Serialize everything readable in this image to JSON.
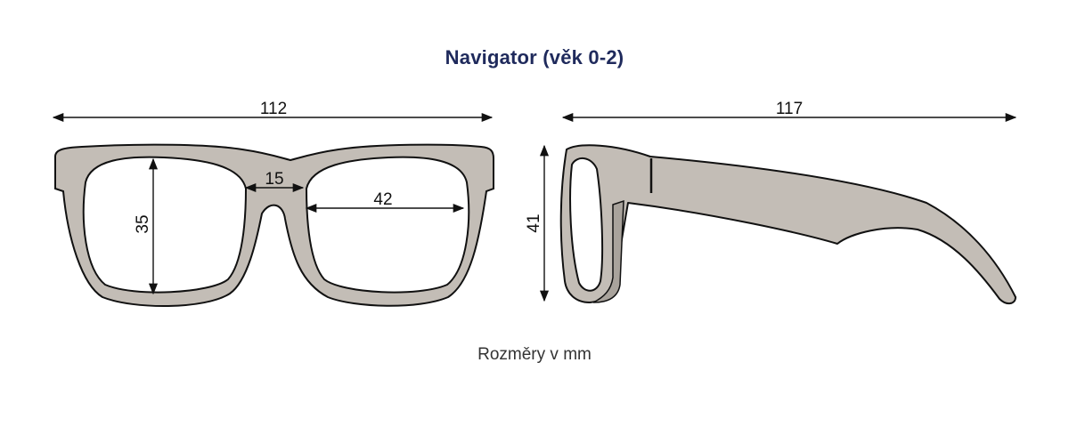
{
  "title": "Navigator (věk 0-2)",
  "units_note": "Rozměry v mm",
  "dimensions": {
    "total_width": "112",
    "bridge_width": "15",
    "lens_width": "42",
    "lens_height": "35",
    "temple_length": "117",
    "frame_height": "41"
  },
  "colors": {
    "title": "#1f2a5c",
    "frame_fill": "#c3bdb6",
    "frame_dark": "#a9a39c",
    "outline": "#111111",
    "lens": "#ffffff"
  }
}
